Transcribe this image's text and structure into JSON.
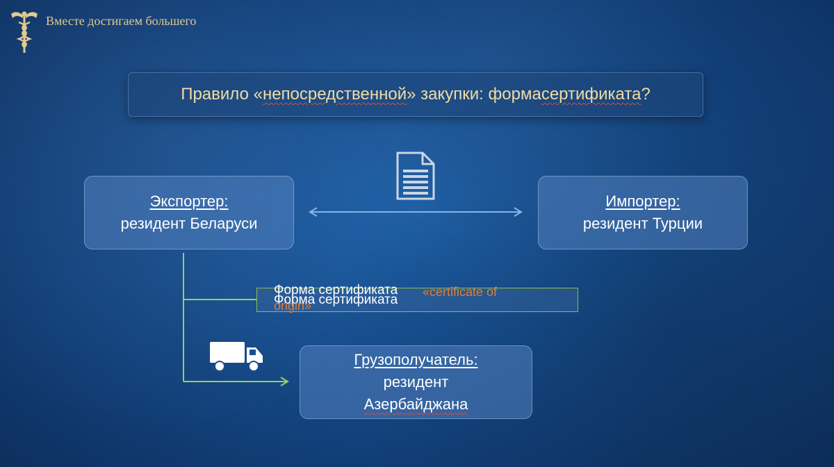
{
  "header": {
    "tagline": "Вместе достигаем большего"
  },
  "slide": {
    "title_pre": "Правило «",
    "title_em1": "непосредственной",
    "title_mid": "» закупки: форма ",
    "title_em2": "сертификата",
    "title_post": "?"
  },
  "nodes": {
    "exporter": {
      "heading": "Экспортер:",
      "text": "резидент Беларуси"
    },
    "importer": {
      "heading": "Импортер:",
      "text": "резидент Турции"
    },
    "consignee": {
      "heading": "Грузополучатель:",
      "line1": "резидент",
      "line2": "Азербайджана"
    }
  },
  "certificate": {
    "line1": "Форма сертификата",
    "line2": "Форма сертификата",
    "orange": "«certificate of origin»"
  },
  "icons": {
    "document": "document-icon",
    "truck": "truck-icon",
    "logo": "caduceus-logo"
  },
  "colors": {
    "accent_gold": "#f1dca4",
    "connector_green": "#9ccf5a",
    "arrow_blue": "#8ab4e8"
  }
}
